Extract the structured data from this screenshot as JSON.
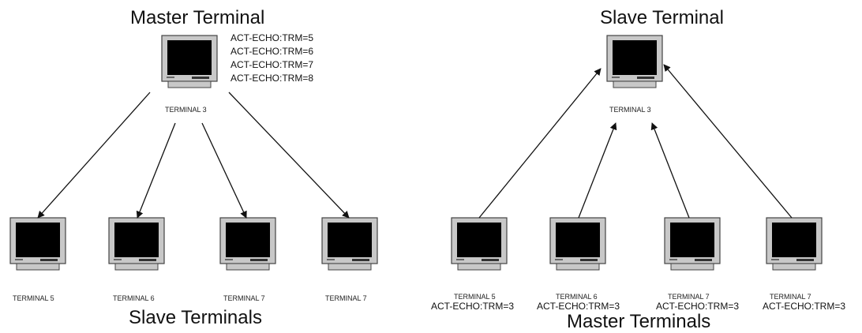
{
  "left_diagram": {
    "top_title": "Master Terminal",
    "bottom_title": "Slave Terminals",
    "master": {
      "label": "TERMINAL 3",
      "commands": [
        "ACT-ECHO:TRM=5",
        "ACT-ECHO:TRM=6",
        "ACT-ECHO:TRM=7",
        "ACT-ECHO:TRM=8"
      ]
    },
    "terminals": [
      {
        "label": "TERMINAL 5"
      },
      {
        "label": "TERMINAL 6"
      },
      {
        "label": "TERMINAL 7"
      },
      {
        "label": "TERMINAL 7"
      }
    ]
  },
  "right_diagram": {
    "top_title": "Slave Terminal",
    "bottom_title": "Master Terminals",
    "slave": {
      "label": "TERMINAL 3"
    },
    "terminals": [
      {
        "label": "TERMINAL 5",
        "command": "ACT-ECHO:TRM=3"
      },
      {
        "label": "TERMINAL 6",
        "command": "ACT-ECHO:TRM=3"
      },
      {
        "label": "TERMINAL 7",
        "command": "ACT-ECHO:TRM=3"
      },
      {
        "label": "TERMINAL 7",
        "command": "ACT-ECHO:TRM=3"
      }
    ]
  },
  "colors": {
    "line": "#111111",
    "monitor_frame": "#c8c8c8",
    "monitor_screen": "#000000"
  }
}
